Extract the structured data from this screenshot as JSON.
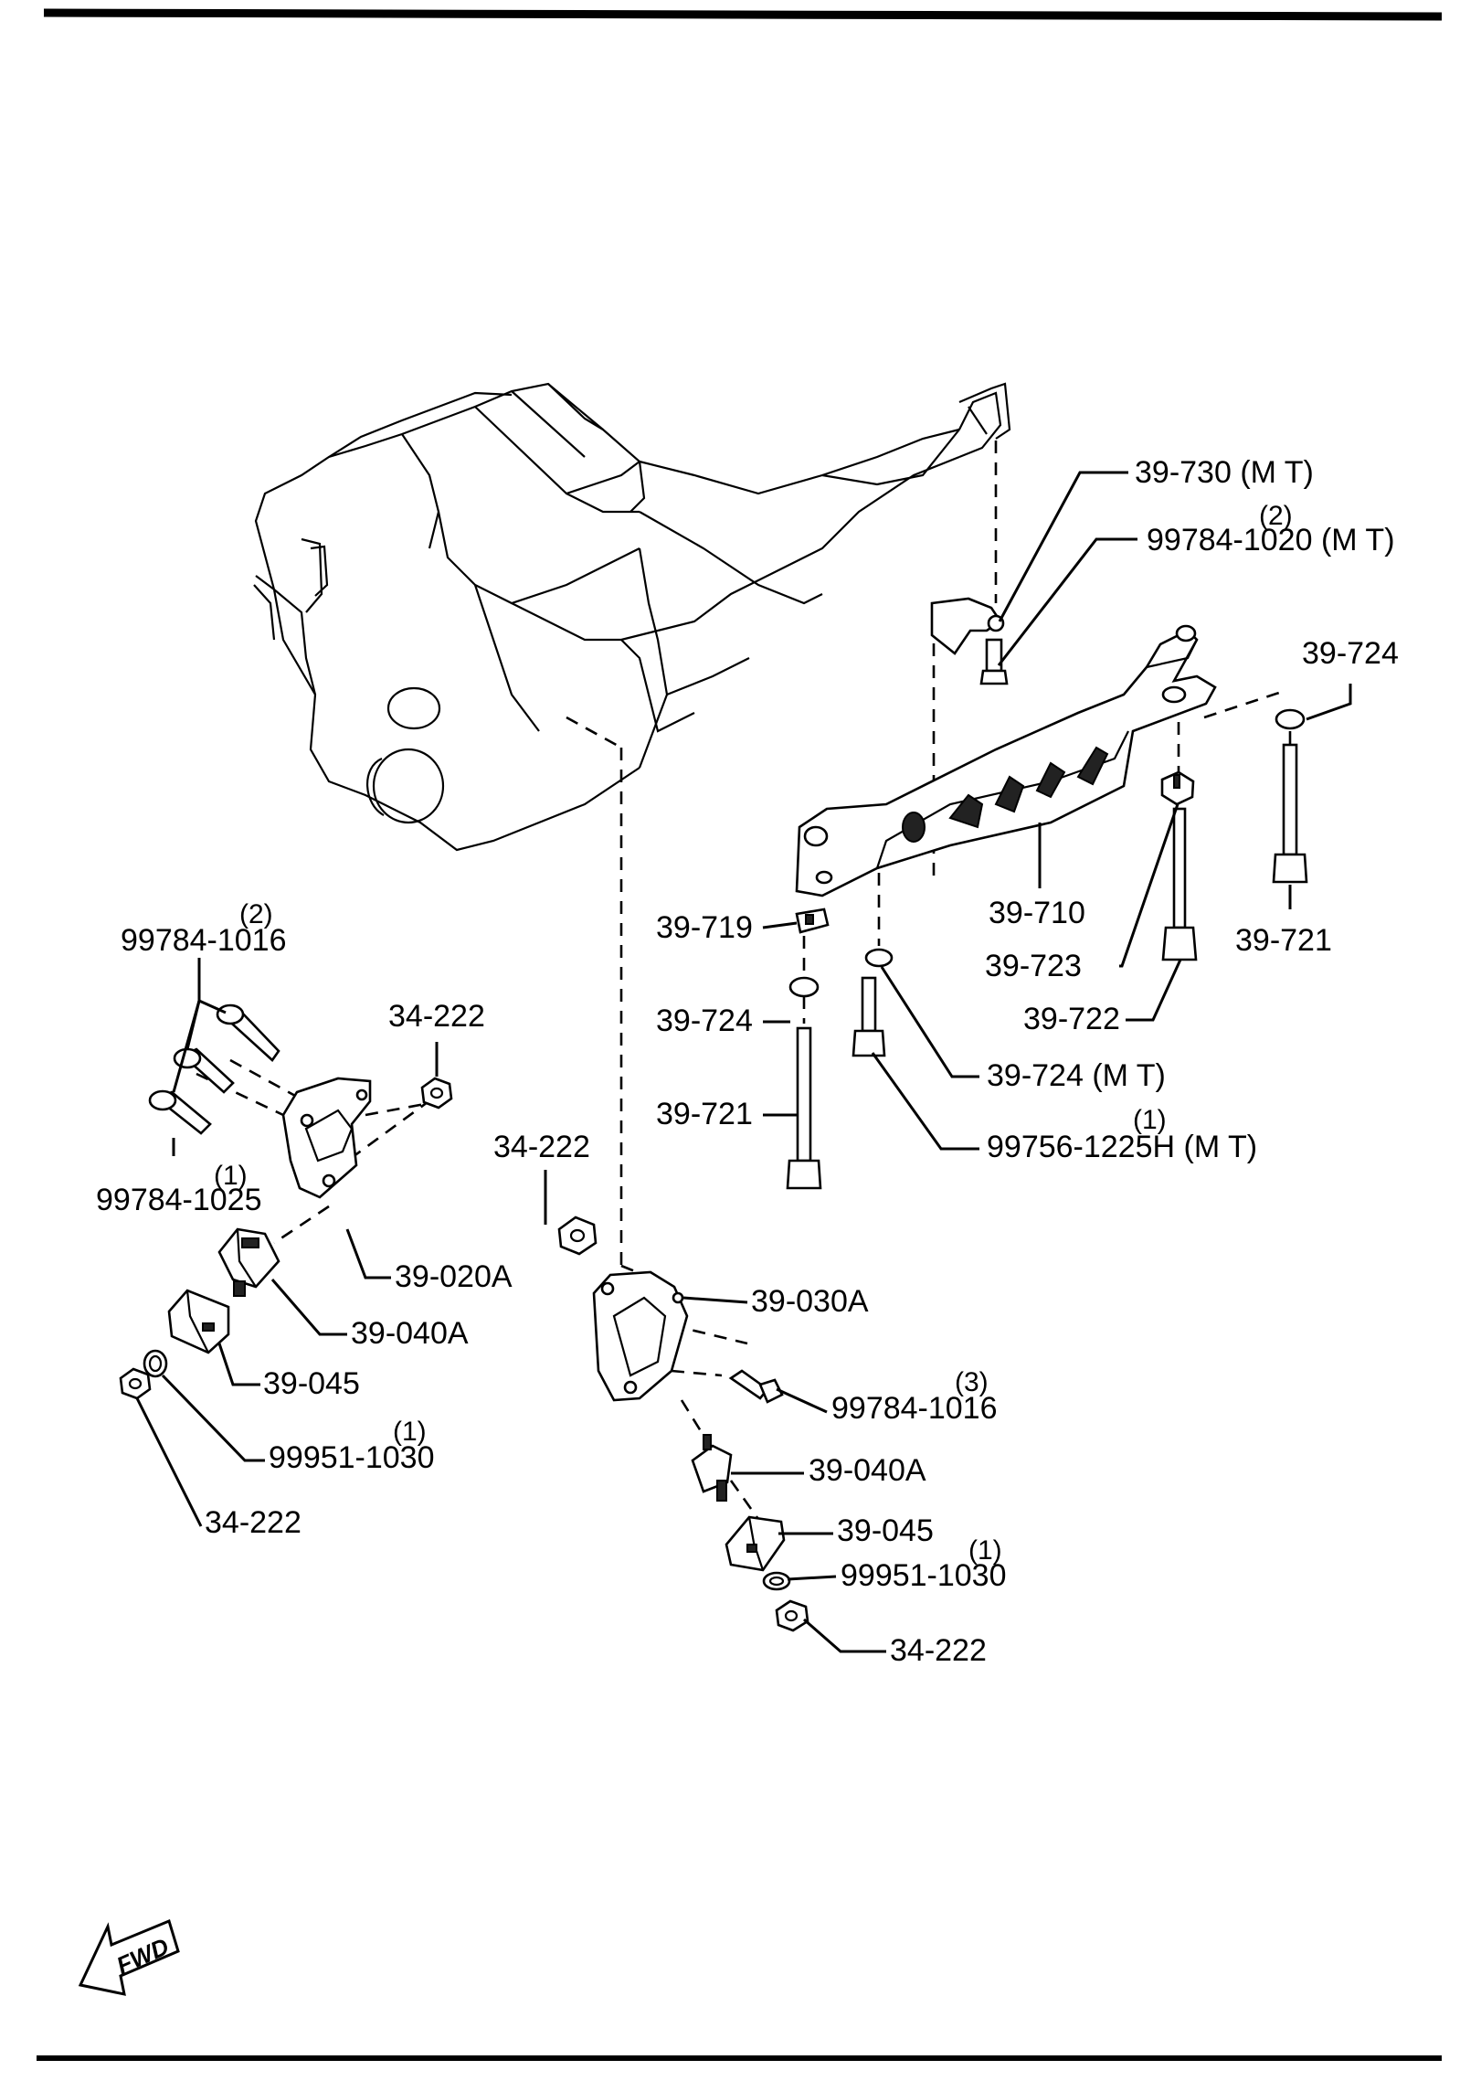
{
  "fwd_label": "FWD",
  "callouts": {
    "c01": {
      "text": "39-730 (M T)"
    },
    "c02": {
      "text": "99784-1020 (M T)",
      "qty": "(2)"
    },
    "c03": {
      "text": "39-724"
    },
    "c04": {
      "text": "39-710"
    },
    "c05": {
      "text": "39-721"
    },
    "c06": {
      "text": "39-723"
    },
    "c07": {
      "text": "39-722"
    },
    "c08": {
      "text": "39-719"
    },
    "c09": {
      "text": "39-724"
    },
    "c10": {
      "text": "39-724 (M T)"
    },
    "c11": {
      "text": "39-721"
    },
    "c12": {
      "text": "99756-1225H (M T)",
      "qty": "(1)"
    },
    "c13": {
      "text": "99784-1016",
      "qty": "(2)"
    },
    "c14": {
      "text": "34-222"
    },
    "c15": {
      "text": "99784-1025",
      "qty": "(1)"
    },
    "c16": {
      "text": "39-020A"
    },
    "c17": {
      "text": "39-040A"
    },
    "c18": {
      "text": "39-045"
    },
    "c19": {
      "text": "99951-1030",
      "qty": "(1)"
    },
    "c20": {
      "text": "34-222"
    },
    "c21": {
      "text": "34-222"
    },
    "c22": {
      "text": "39-030A"
    },
    "c23": {
      "text": "99784-1016",
      "qty": "(3)"
    },
    "c24": {
      "text": "39-040A"
    },
    "c25": {
      "text": "39-045"
    },
    "c26": {
      "text": "99951-1030",
      "qty": "(1)"
    },
    "c27": {
      "text": "34-222"
    }
  }
}
